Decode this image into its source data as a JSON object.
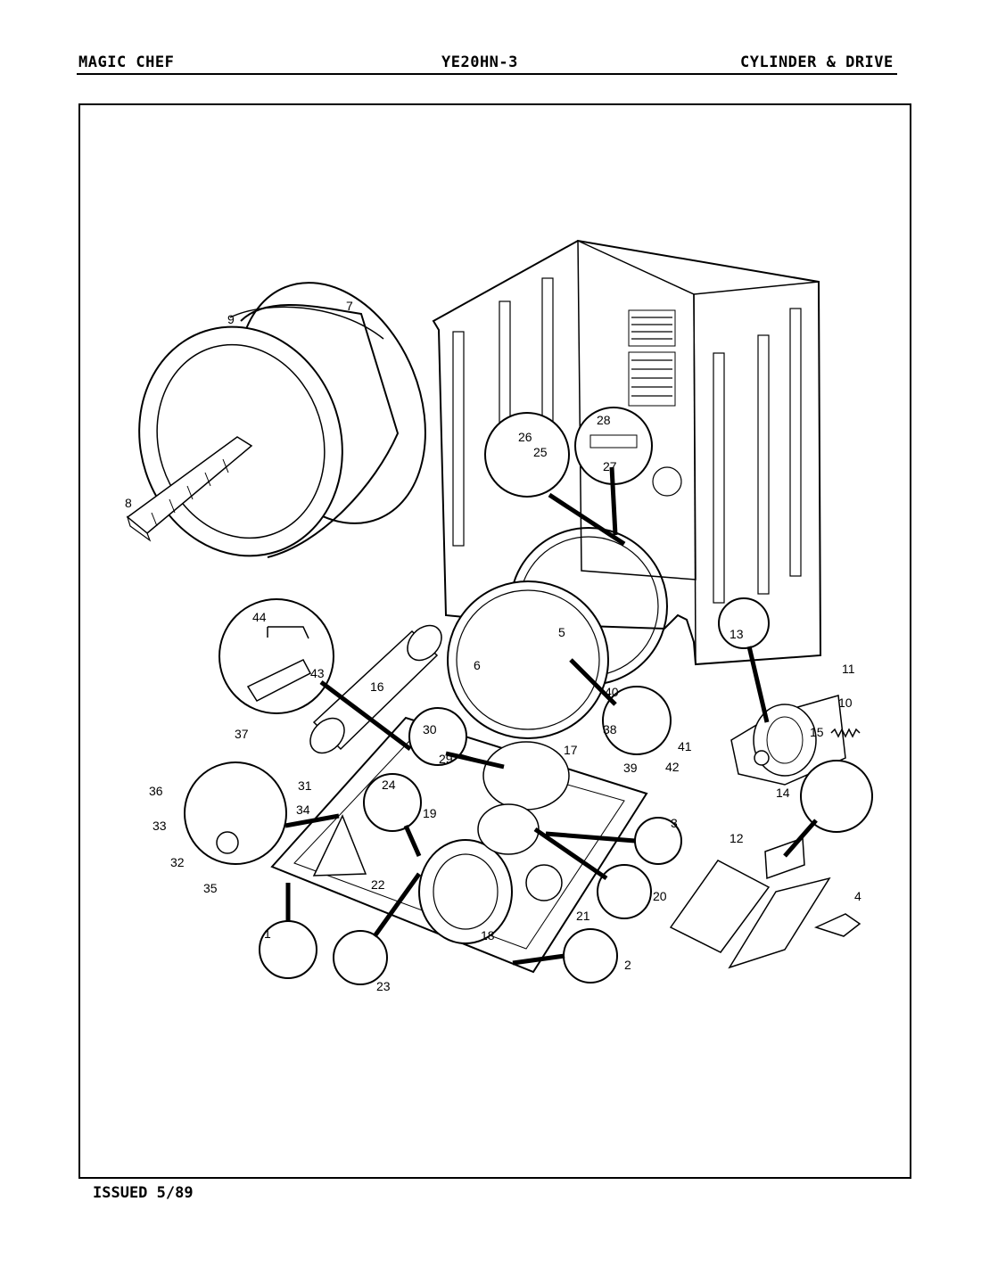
{
  "header": {
    "brand": "MAGIC CHEF",
    "model": "YE20HN-3",
    "section": "CYLINDER & DRIVE"
  },
  "footer": {
    "issued": "ISSUED 5/89"
  },
  "parts": {
    "p1": "1",
    "p2": "2",
    "p3": "3",
    "p4": "4",
    "p5": "5",
    "p6": "6",
    "p7": "7",
    "p8": "8",
    "p9": "9",
    "p10": "10",
    "p11": "11",
    "p12": "12",
    "p13": "13",
    "p14": "14",
    "p15": "15",
    "p16": "16",
    "p17": "17",
    "p18": "18",
    "p19": "19",
    "p20": "20",
    "p21": "21",
    "p22": "22",
    "p23": "23",
    "p24": "24",
    "p25": "25",
    "p26": "26",
    "p27": "27",
    "p28": "28",
    "p29": "29",
    "p30": "30",
    "p31": "31",
    "p32": "32",
    "p33": "33",
    "p34": "34",
    "p35": "35",
    "p36": "36",
    "p37": "37",
    "p38": "38",
    "p39": "39",
    "p40": "40",
    "p41": "41",
    "p42": "42",
    "p43": "43",
    "p44": "44"
  }
}
